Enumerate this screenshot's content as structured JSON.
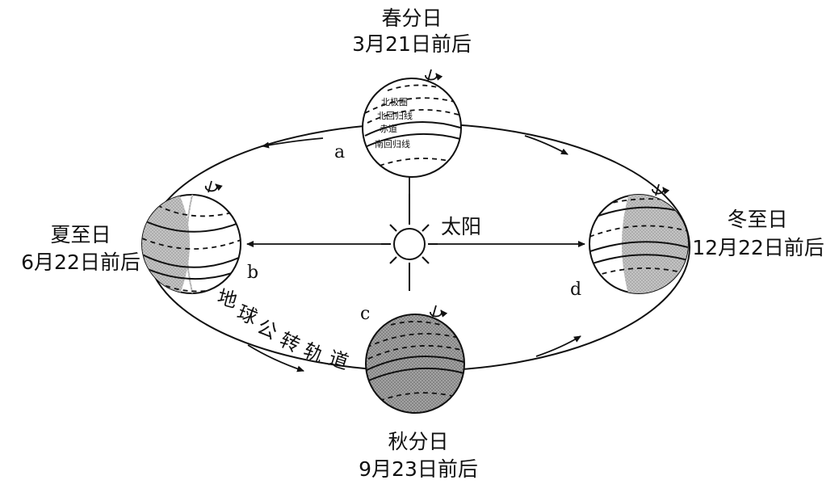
{
  "sun": {
    "label": "太阳"
  },
  "positions": {
    "spring": {
      "name": "春分日",
      "date": "3月21日前后",
      "letter": "a"
    },
    "summer": {
      "name": "夏至日",
      "date": "6月22日前后",
      "letter": "b"
    },
    "autumn": {
      "name": "秋分日",
      "date": "9月23日前后",
      "letter": "c"
    },
    "winter": {
      "name": "冬至日",
      "date": "12月22日前后",
      "letter": "d"
    }
  },
  "latitude_labels": {
    "arctic": "北极圈",
    "tropic_cancer": "北回归线",
    "equator": "赤道",
    "tropic_capricorn": "南回归线"
  },
  "orbit_label": [
    "地",
    "球",
    "公",
    "转",
    "轨",
    "道"
  ],
  "colors": {
    "line": "#111111",
    "shade": "#bdbdbd",
    "dark_shade": "#8f8f8f"
  }
}
